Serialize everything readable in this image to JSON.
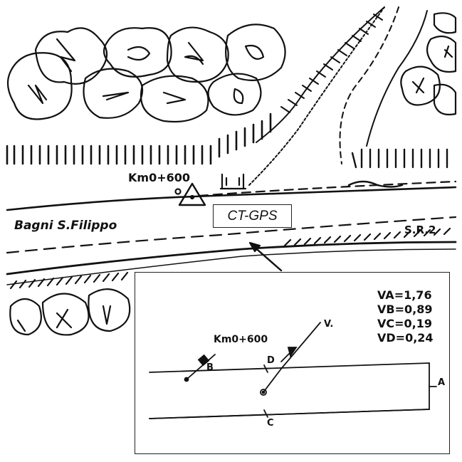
{
  "map": {
    "km_label": "Km0+600",
    "place_label": "Bagni S.Filippo",
    "road_label": "S.R.2",
    "point_label": "CT-GPS"
  },
  "inset": {
    "km_label": "Km0+600",
    "direction_label": "V.",
    "point_b": "B",
    "point_a": "A",
    "point_c": "C",
    "point_d": "D",
    "values": [
      {
        "label": "VA",
        "value": "1,76"
      },
      {
        "label": "VB",
        "value": "0,89"
      },
      {
        "label": "VC",
        "value": "0,19"
      },
      {
        "label": "VD",
        "value": "0,24"
      }
    ]
  },
  "icons": {
    "station": "triangle-benchmark-icon",
    "north": "arrow-icon"
  }
}
